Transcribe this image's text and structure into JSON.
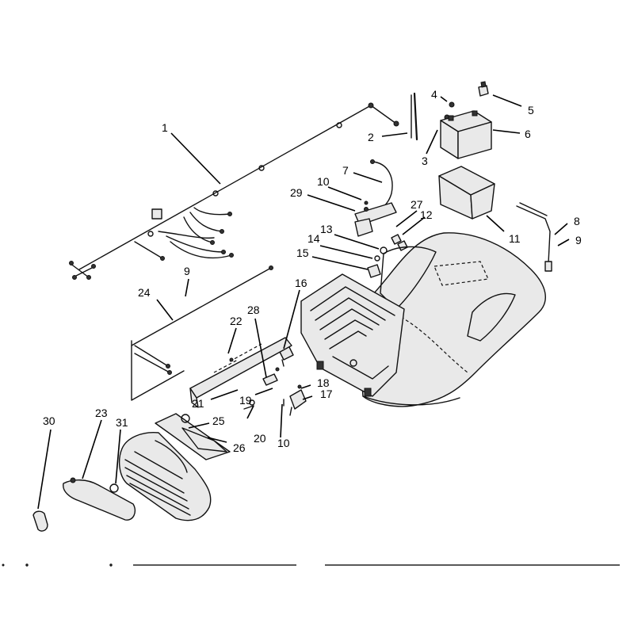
{
  "diagram": {
    "callouts": [
      {
        "id": "c1",
        "label": "1"
      },
      {
        "id": "c2",
        "label": "2"
      },
      {
        "id": "c3",
        "label": "3"
      },
      {
        "id": "c4",
        "label": "4"
      },
      {
        "id": "c5",
        "label": "5"
      },
      {
        "id": "c6",
        "label": "6"
      },
      {
        "id": "c7",
        "label": "7"
      },
      {
        "id": "c8",
        "label": "8"
      },
      {
        "id": "c9a",
        "label": "9"
      },
      {
        "id": "c9b",
        "label": "9"
      },
      {
        "id": "c10a",
        "label": "10"
      },
      {
        "id": "c10b",
        "label": "10"
      },
      {
        "id": "c11",
        "label": "11"
      },
      {
        "id": "c12",
        "label": "12"
      },
      {
        "id": "c13",
        "label": "13"
      },
      {
        "id": "c14",
        "label": "14"
      },
      {
        "id": "c15",
        "label": "15"
      },
      {
        "id": "c16",
        "label": "16"
      },
      {
        "id": "c17",
        "label": "17"
      },
      {
        "id": "c18",
        "label": "18"
      },
      {
        "id": "c19",
        "label": "19"
      },
      {
        "id": "c20",
        "label": "20"
      },
      {
        "id": "c21",
        "label": "21"
      },
      {
        "id": "c22",
        "label": "22"
      },
      {
        "id": "c23",
        "label": "23"
      },
      {
        "id": "c24",
        "label": "24"
      },
      {
        "id": "c25",
        "label": "25"
      },
      {
        "id": "c26",
        "label": "26"
      },
      {
        "id": "c27",
        "label": "27"
      },
      {
        "id": "c28",
        "label": "28"
      },
      {
        "id": "c29",
        "label": "29"
      },
      {
        "id": "c30",
        "label": "30"
      },
      {
        "id": "c31",
        "label": "31"
      }
    ]
  }
}
